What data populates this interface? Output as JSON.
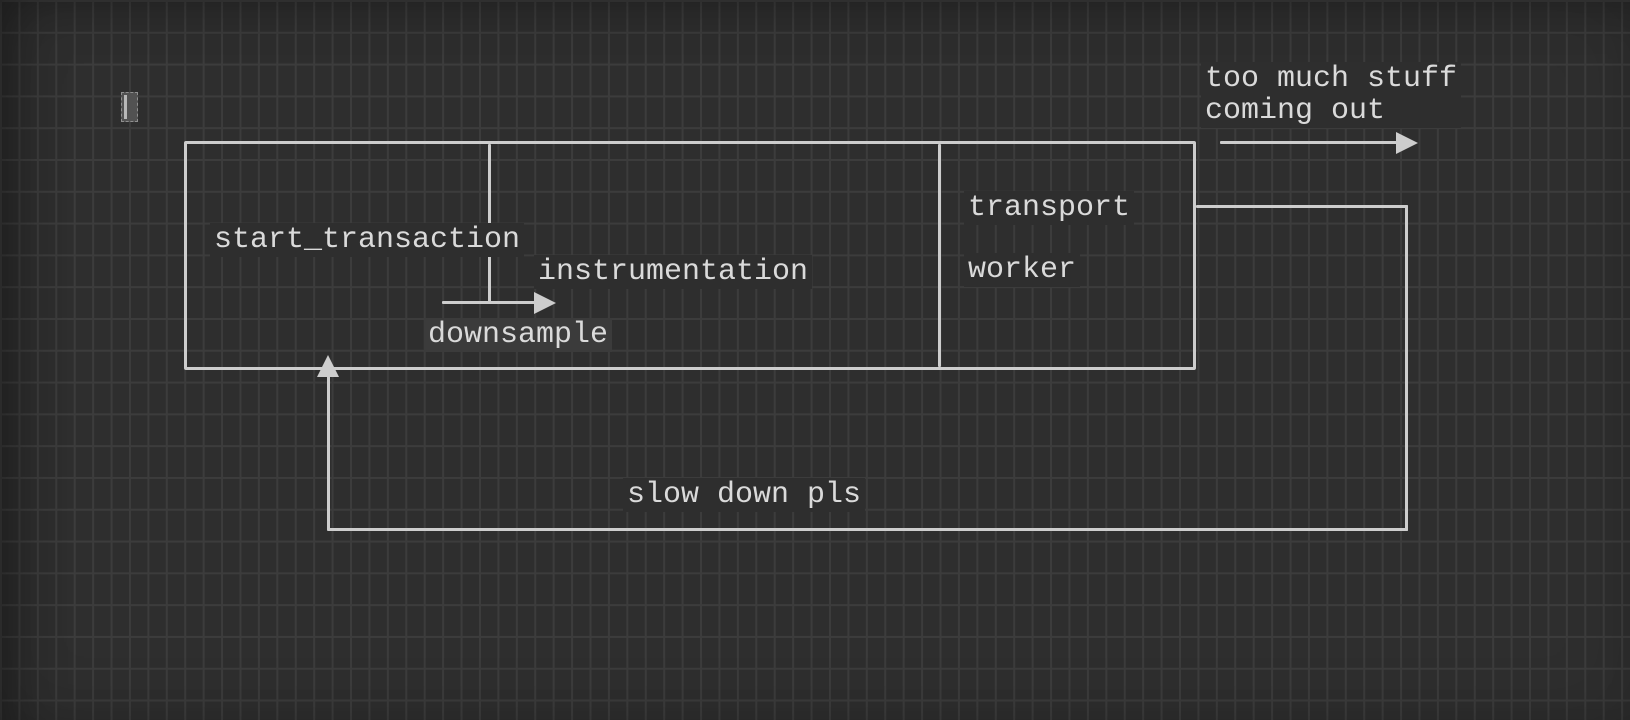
{
  "canvas": {
    "background": "#2e2e2e",
    "grid_color": "#3c3c3c",
    "stroke_color": "#cdcdcd",
    "text_color": "#dadada",
    "highlight_color": "#3b3b3b"
  },
  "pipeline": {
    "start_transaction": "start_transaction",
    "instrumentation": "instrumentation",
    "downsample": "downsample",
    "transport": "transport",
    "worker": "worker"
  },
  "annotations": {
    "output": "too much stuff\ncoming out",
    "feedback": "slow down pls"
  }
}
